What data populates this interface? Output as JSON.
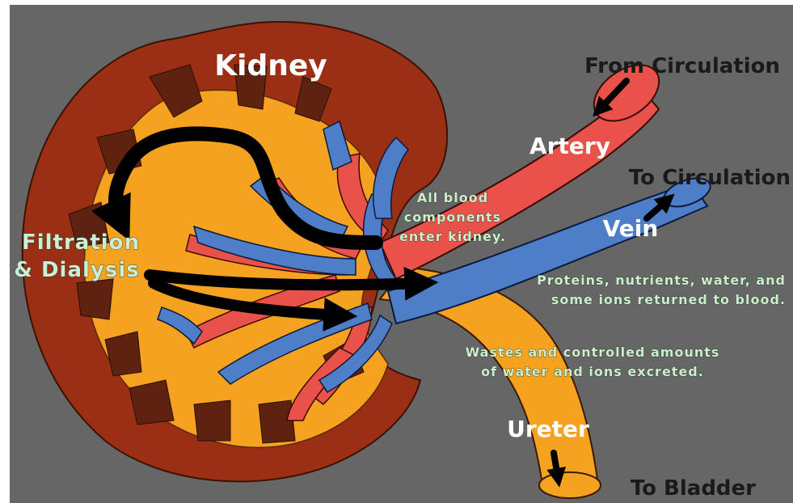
{
  "colors": {
    "background": "#666666",
    "kidney_outer": "#9b2f14",
    "kidney_inner": "#f4a21f",
    "pyramid": "#5e2210",
    "artery": "#e8524a",
    "vein": "#4f7ec8",
    "ureter": "#f4a21f",
    "arrow": "#000000"
  },
  "labels": {
    "title": "Kidney",
    "from_circulation": "From Circulation",
    "artery": "Artery",
    "to_circulation": "To Circulation",
    "vein": "Vein",
    "filtration_line1": "Filtration",
    "filtration_line2": "& Dialysis",
    "blood_note_line1": "All blood",
    "blood_note_line2": "components",
    "blood_note_line3": "enter kidney.",
    "returned_line1": "Proteins, nutrients, water, and",
    "returned_line2": "some ions returned to blood.",
    "excreted_line1": "Wastes and controlled amounts",
    "excreted_line2": "of water and ions excreted.",
    "ureter": "Ureter",
    "to_bladder": "To Bladder"
  }
}
